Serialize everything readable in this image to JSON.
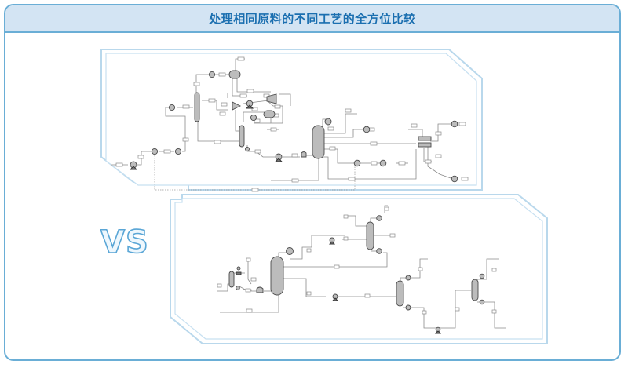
{
  "header": {
    "title": "处理相同原料的不同工艺的全方位比较"
  },
  "comparison": {
    "separator_label": "VS"
  },
  "panels": [
    {
      "id": "process-a",
      "description": "Process flow diagram A (top panel)",
      "equipment": [
        "pump",
        "heater",
        "heater",
        "column",
        "heater",
        "drum",
        "splitter",
        "pump",
        "compressor",
        "drum",
        "heater",
        "column",
        "reboiler",
        "pump",
        "pump",
        "column",
        "condenser",
        "heater",
        "heater",
        "heat-exchanger",
        "heater",
        "heater"
      ]
    },
    {
      "id": "process-b",
      "description": "Process flow diagram B (bottom panel)",
      "equipment": [
        "column",
        "valve",
        "heater",
        "compressor",
        "column",
        "condenser",
        "pump",
        "column",
        "condenser",
        "reboiler",
        "pump",
        "column",
        "condenser",
        "reboiler",
        "pump",
        "column",
        "condenser",
        "reboiler"
      ]
    }
  ],
  "colors": {
    "title_text": "#1b6fb0",
    "title_bg": "#d3e4f3",
    "border": "#6aaed6",
    "panel_frame": "#b9d8ec",
    "vs_outline": "#5aa6d6"
  }
}
